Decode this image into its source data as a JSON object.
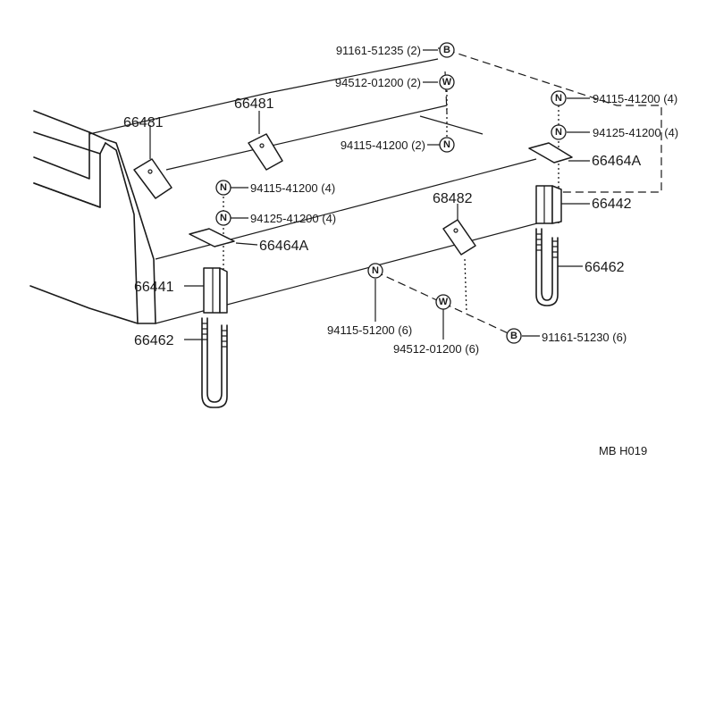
{
  "diagram_code": "MB H019",
  "symbols": {
    "bolt": "B",
    "washer": "W",
    "nut": "N"
  },
  "labels": {
    "bolt_top": "91161-51235 (2)",
    "washer_top": "94512-01200 (2)",
    "nut_top_center": "94115-41200 (2)",
    "nut_right_upper": "94115-41200 (4)",
    "washer_nut_right": "94125-41200 (4)",
    "nut_left_upper": "94115-41200 (4)",
    "washer_nut_left": "94125-41200 (4)",
    "nut_lower": "94115-51200 (6)",
    "washer_lower": "94512-01200 (6)",
    "bolt_lower": "91161-51230 (6)",
    "part_66481_left": "66481",
    "part_66481_right": "66481",
    "part_68482": "68482",
    "part_66464A_right": "66464A",
    "part_66464A_left": "66464A",
    "part_66442": "66442",
    "part_66462_right": "66462",
    "part_66441": "66441",
    "part_66462_left": "66462"
  },
  "colors": {
    "ink": "#1a1a1a",
    "paper": "#ffffff"
  }
}
